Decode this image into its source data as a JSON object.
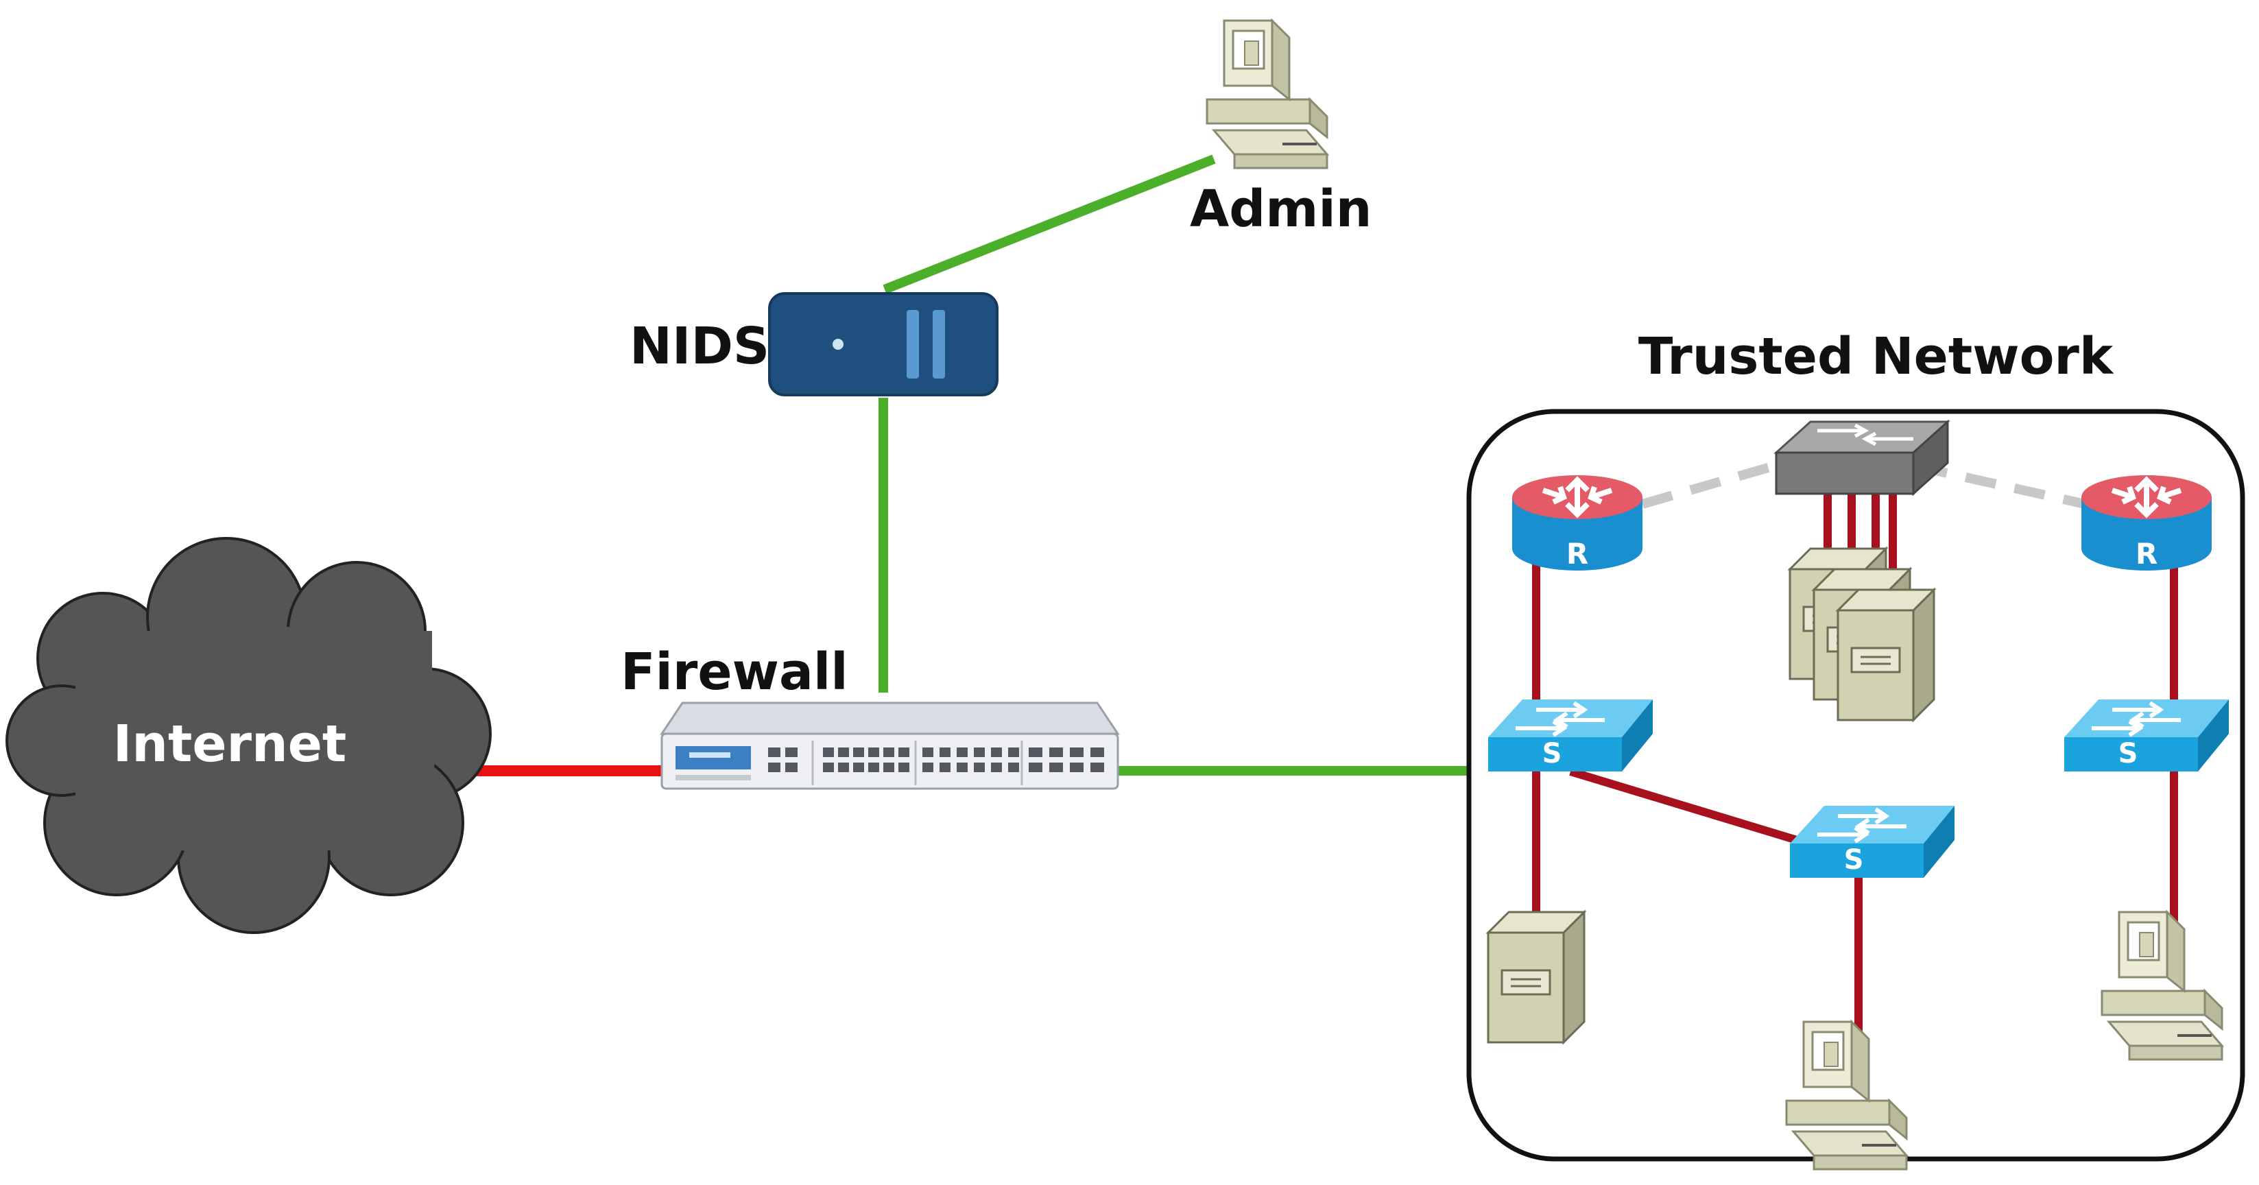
{
  "labels": {
    "internet": "Internet",
    "firewall": "Firewall",
    "nids": "NIDS",
    "admin": "Admin",
    "trusted_network": "Trusted Network"
  },
  "router_glyph": "R",
  "switch_glyph": "S",
  "colors": {
    "wan_link": "#e81212",
    "secure_link": "#4caf2a",
    "internal_link": "#a8101e",
    "wireless_link": "#c8c8c8",
    "cloud": "#555555",
    "nids_body": "#1f4f7e",
    "switch_blue": "#1aa3dd",
    "router_blue": "#1a8fd0",
    "router_top": "#e55a67",
    "computer_beige": "#d6d6b8"
  },
  "icons": {
    "internet": "cloud-icon",
    "firewall": "firewall-appliance-icon",
    "nids": "ids-appliance-icon",
    "admin": "computer-icon",
    "routers": "router-icon",
    "switches": "switch-icon",
    "servers": "server-icon",
    "workstations": "computer-icon"
  }
}
